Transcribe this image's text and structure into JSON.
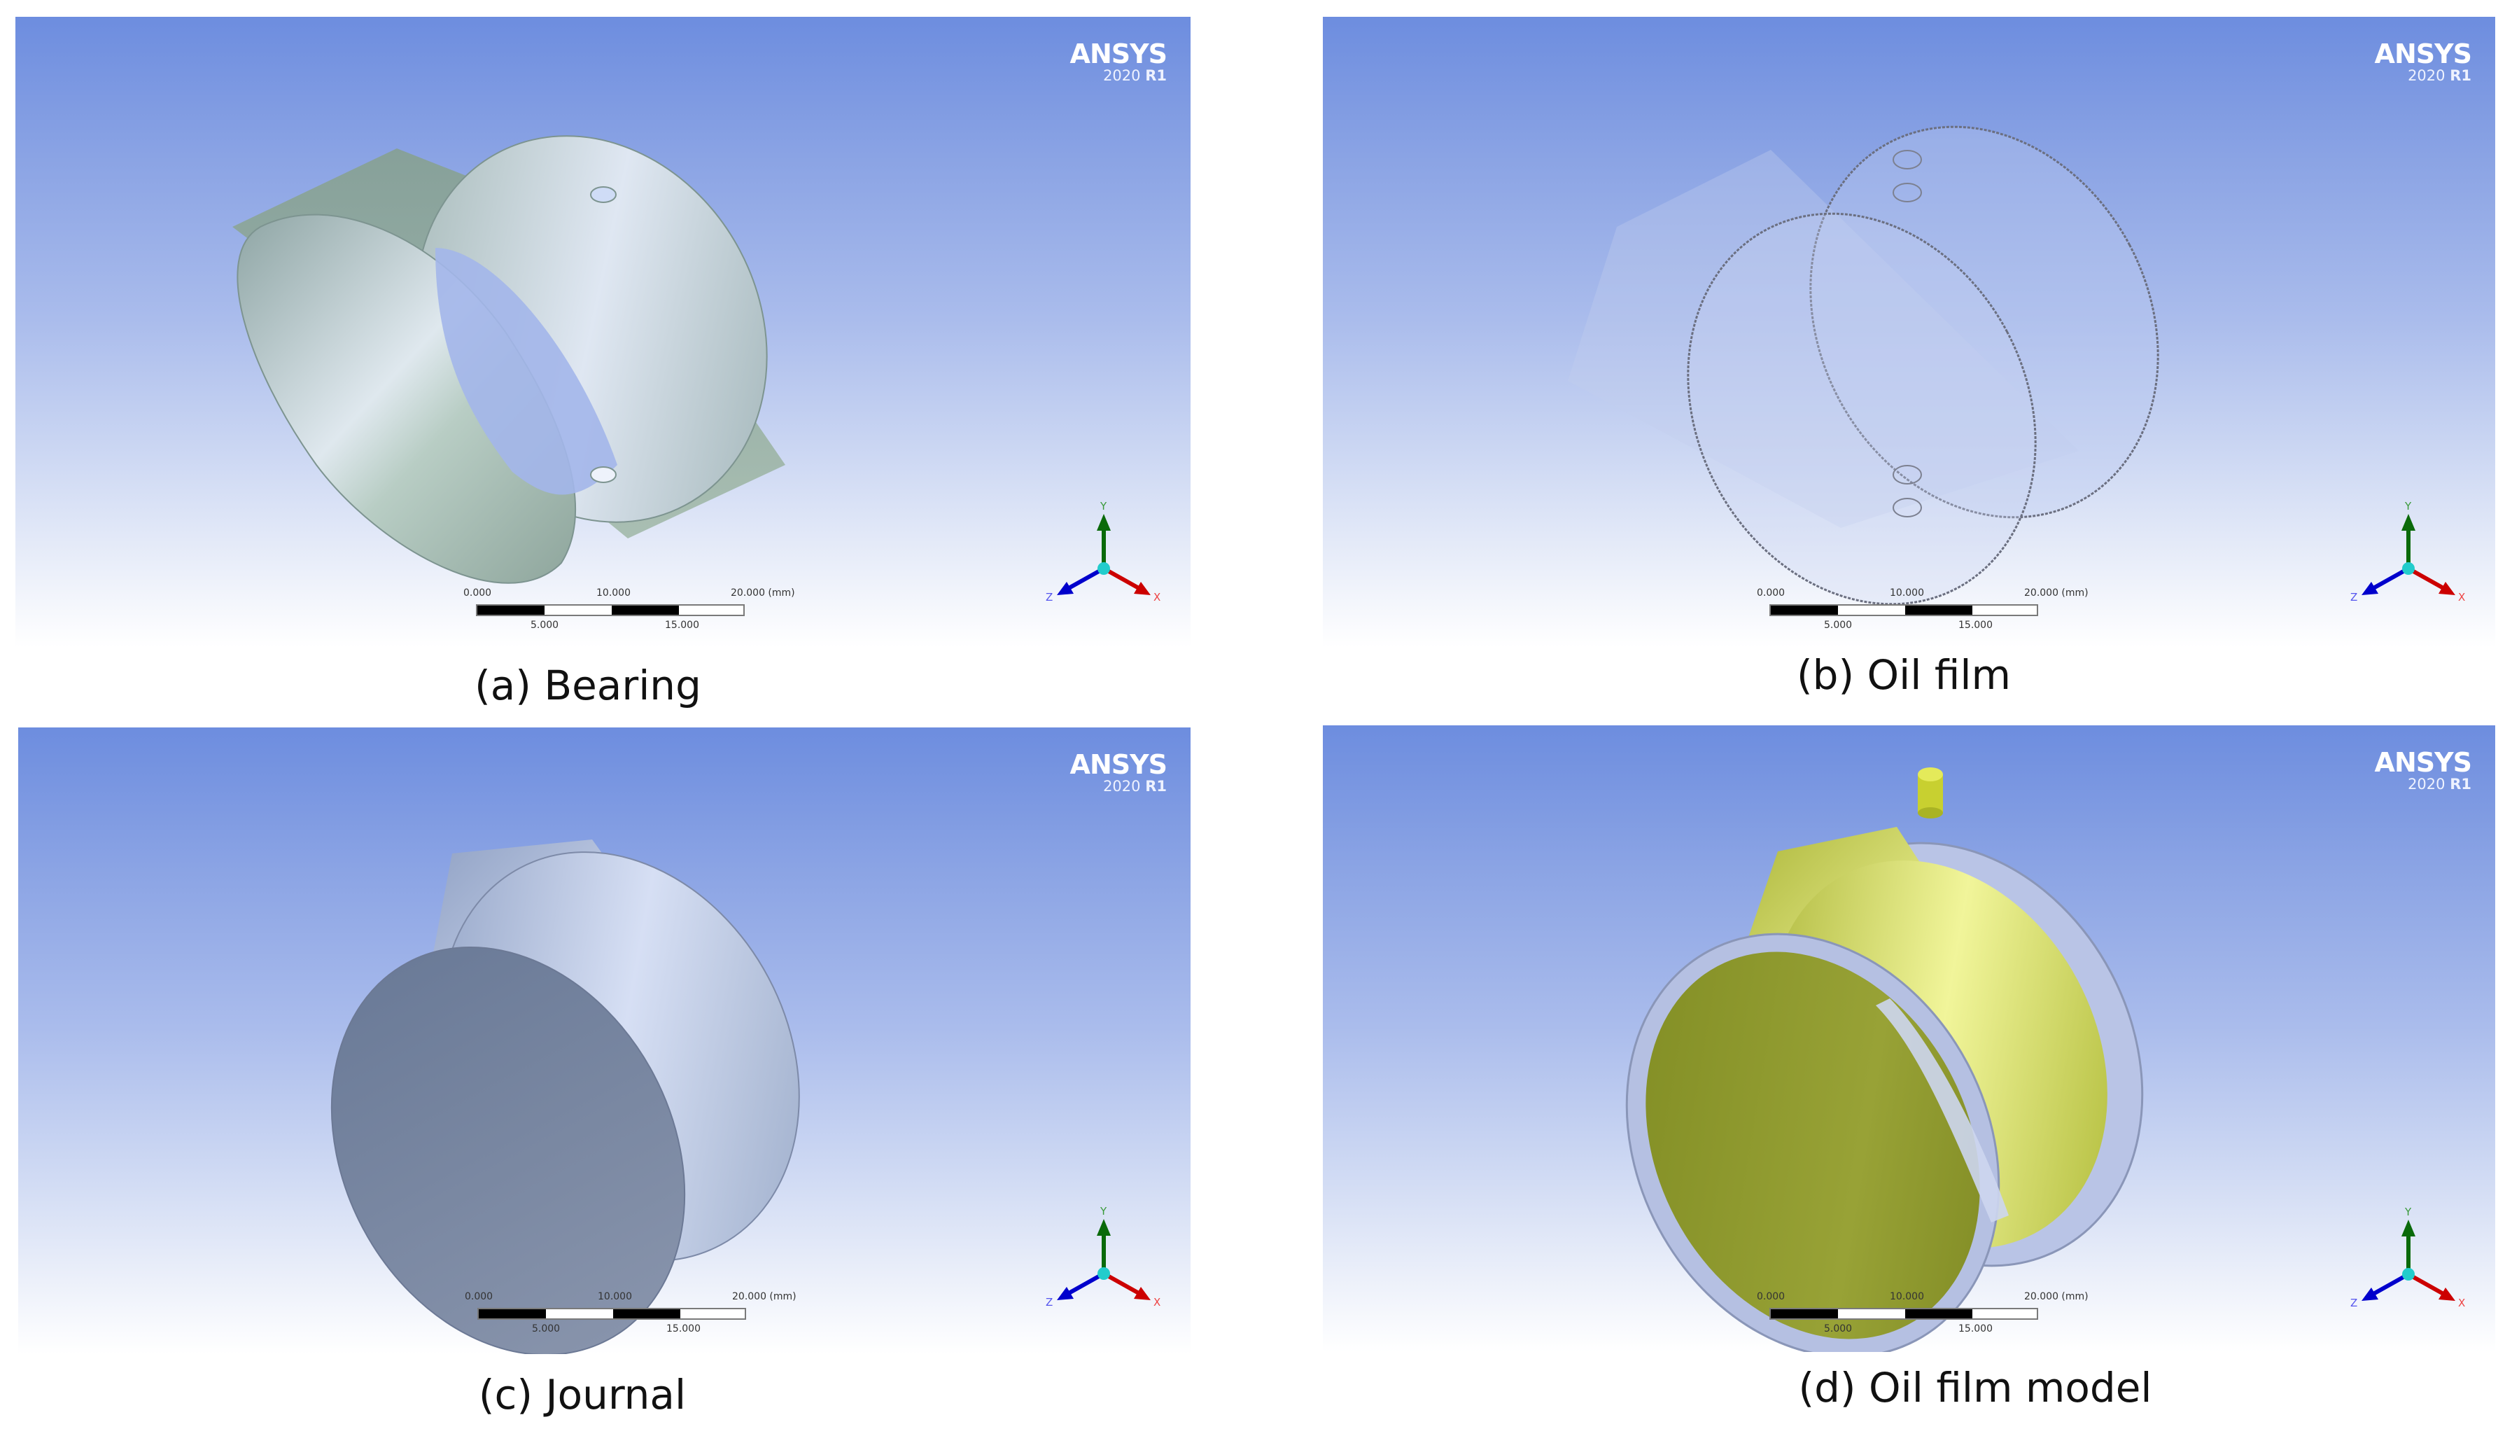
{
  "figure": {
    "panels": [
      {
        "id": "a",
        "caption": "(a) Bearing",
        "logo": {
          "brand": "ANSYS",
          "version": "2020",
          "release": "R1"
        },
        "scale_bar": {
          "top_labels": [
            "0.000",
            "10.000",
            "20.000 (mm)"
          ],
          "bottom_labels": [
            "5.000",
            "15.000"
          ]
        },
        "triad": {
          "x": "X",
          "y": "Y",
          "z": "Z"
        },
        "model": "bearing shell with two oil holes"
      },
      {
        "id": "b",
        "caption": "(b) Oil film",
        "logo": {
          "brand": "ANSYS",
          "version": "2020",
          "release": "R1"
        },
        "scale_bar": {
          "top_labels": [
            "0.000",
            "10.000",
            "20.000 (mm)"
          ],
          "bottom_labels": [
            "5.000",
            "15.000"
          ]
        },
        "triad": {
          "x": "X",
          "y": "Y",
          "z": "Z"
        },
        "model": "transparent oil film cylinder with inlet pipes"
      },
      {
        "id": "c",
        "caption": "(c) Journal",
        "logo": {
          "brand": "ANSYS",
          "version": "2020",
          "release": "R1"
        },
        "scale_bar": {
          "top_labels": [
            "0.000",
            "10.000",
            "20.000 (mm)"
          ],
          "bottom_labels": [
            "5.000",
            "15.000"
          ]
        },
        "triad": {
          "x": "X",
          "y": "Y",
          "z": "Z"
        },
        "model": "solid journal cylinder"
      },
      {
        "id": "d",
        "caption": "(d) Oil film model",
        "logo": {
          "brand": "ANSYS",
          "version": "2020",
          "release": "R1"
        },
        "scale_bar": {
          "top_labels": [
            "0.000",
            "10.000",
            "20.000 (mm)"
          ],
          "bottom_labels": [
            "5.000",
            "15.000"
          ]
        },
        "triad": {
          "x": "X",
          "y": "Y",
          "z": "Z"
        },
        "model": "yellow highlighted oil film with inlet pipe inside bearing"
      }
    ],
    "colors": {
      "viewport_top": "#6d8ddf",
      "viewport_bottom": "#ffffff",
      "bearing_surface": "#a9bfb8",
      "journal_surface": "#8a97b3",
      "oil_film_highlight": "#c8d43a",
      "axis_x": "#cc0000",
      "axis_y": "#006600",
      "axis_z": "#0000cc",
      "axis_origin": "#22cccc"
    }
  }
}
